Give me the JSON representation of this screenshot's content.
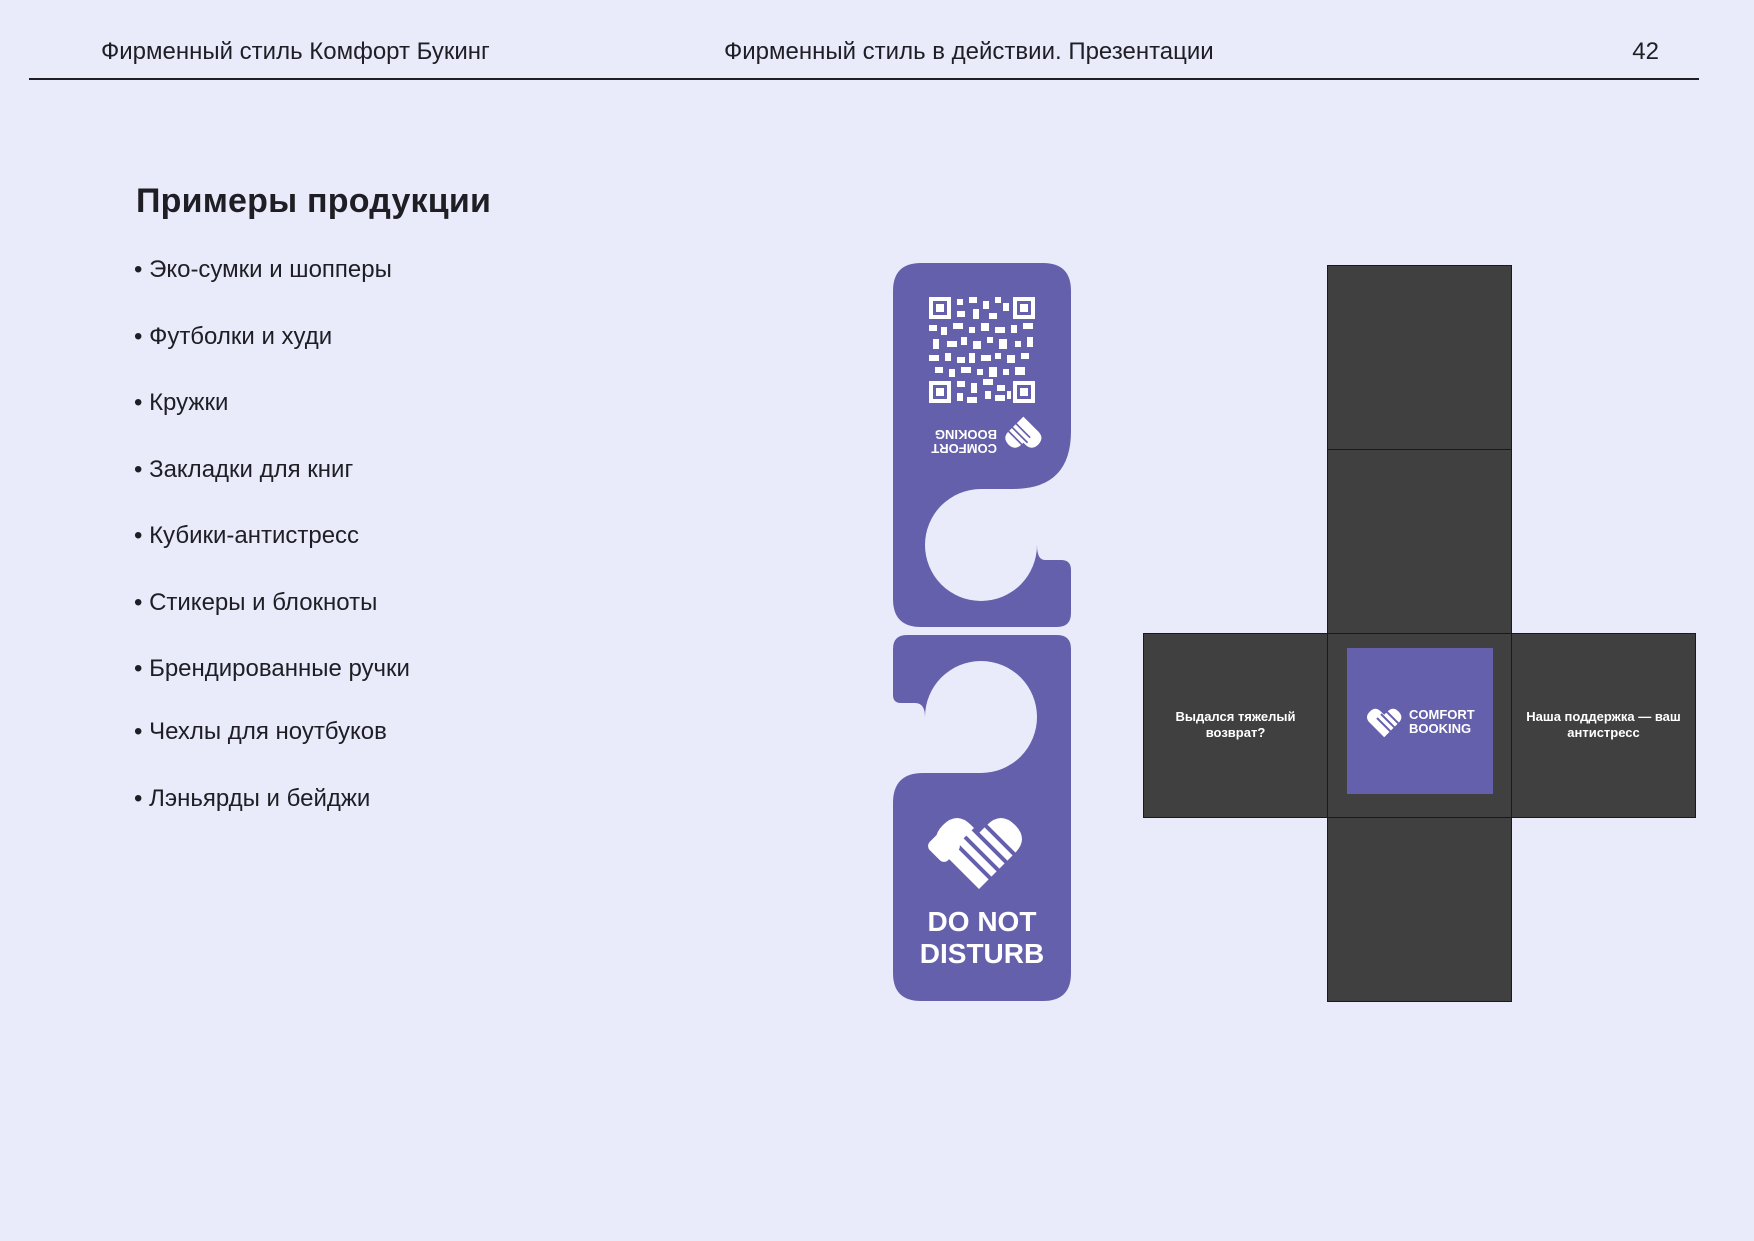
{
  "header": {
    "left": "Фирменный стиль Комфорт Букинг",
    "center": "Фирменный стиль в действии. Презентации",
    "page_number": "42"
  },
  "section": {
    "title": "Примеры продукции",
    "items": [
      "• Эко-сумки и шопперы",
      "• Футболки и худи",
      "• Кружки",
      "• Закладки для книг",
      "• Кубики-антистресс",
      "• Стикеры и блокноты",
      "• Брендированные ручки",
      "• Чехлы для ноутбуков",
      "• Лэньярды и бейджи"
    ]
  },
  "door_hanger": {
    "brand_line1": "COMFORT",
    "brand_line2": "BOOKING",
    "sign_line1": "DO NOT",
    "sign_line2": "DISTURB",
    "color": "#6560ab"
  },
  "cube": {
    "left_face": "Выдался тяжелый возврат?",
    "right_face": "Наша поддержка — ваш антистресс",
    "brand_line1": "COMFORT",
    "brand_line2": "BOOKING",
    "face_color": "#404040",
    "accent_color": "#6560ab"
  },
  "colors": {
    "background": "#e9ebfb",
    "text": "#1e1e24",
    "brand_purple": "#6560ab"
  }
}
